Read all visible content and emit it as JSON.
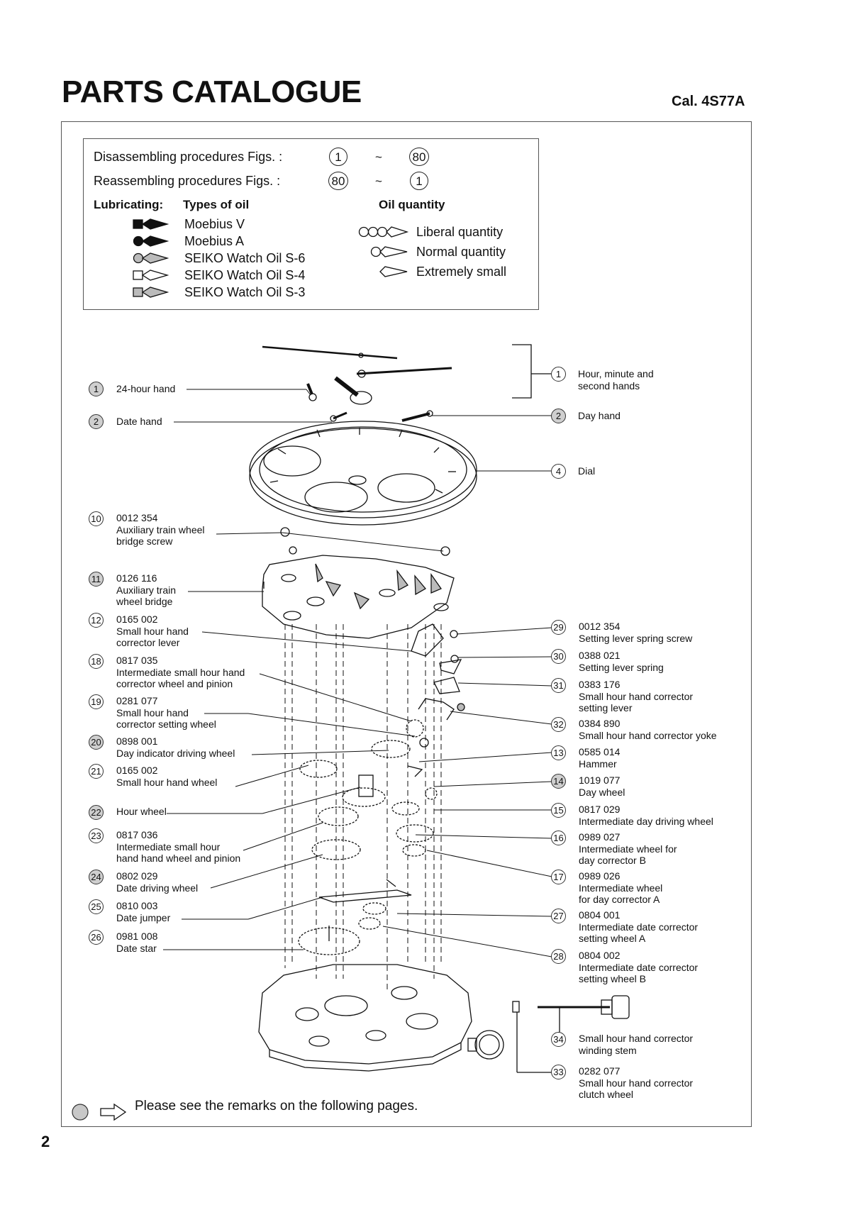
{
  "header": {
    "title": "PARTS CATALOGUE",
    "calibre": "Cal. 4S77A"
  },
  "legend": {
    "disassembling_label": "Disassembling procedures Figs. :",
    "disassembling_from": "1",
    "disassembling_to": "80",
    "reassembling_label": "Reassembling procedures Figs.  :",
    "reassembling_from": "80",
    "reassembling_to": "1",
    "range_sep": "~",
    "lubricating_label": "Lubricating:",
    "types_label": "Types of oil",
    "quantity_label": "Oil quantity",
    "oil_types": [
      "Moebius V",
      "Moebius A",
      "SEIKO Watch Oil S-6",
      "SEIKO Watch Oil S-4",
      "SEIKO Watch Oil S-3"
    ],
    "quantities": [
      "Liberal quantity",
      "Normal quantity",
      "Extremely small"
    ]
  },
  "left_parts": [
    {
      "no": "1",
      "grey": true,
      "text": "24-hour hand"
    },
    {
      "no": "2",
      "grey": true,
      "text": "Date hand"
    },
    {
      "no": "10",
      "grey": false,
      "text": "0012 354\nAuxiliary train wheel\nbridge screw"
    },
    {
      "no": "11",
      "grey": true,
      "text": "0126 116\nAuxiliary train\nwheel bridge"
    },
    {
      "no": "12",
      "grey": false,
      "text": "0165 002\nSmall hour hand\ncorrector lever"
    },
    {
      "no": "18",
      "grey": false,
      "text": "0817 035\nIntermediate small hour hand\ncorrector wheel and pinion"
    },
    {
      "no": "19",
      "grey": false,
      "text": "0281 077\nSmall hour hand\ncorrector setting wheel"
    },
    {
      "no": "20",
      "grey": true,
      "text": "0898 001\nDay indicator driving wheel"
    },
    {
      "no": "21",
      "grey": false,
      "text": "0165 002\nSmall hour hand wheel"
    },
    {
      "no": "22",
      "grey": true,
      "text": "Hour wheel"
    },
    {
      "no": "23",
      "grey": false,
      "text": "0817 036\nIntermediate small hour\nhand hand wheel and pinion"
    },
    {
      "no": "24",
      "grey": true,
      "text": "0802 029\nDate driving wheel"
    },
    {
      "no": "25",
      "grey": false,
      "text": "0810 003\nDate jumper"
    },
    {
      "no": "26",
      "grey": false,
      "text": "0981 008\nDate star"
    }
  ],
  "right_parts": [
    {
      "no": "1",
      "grey": false,
      "text": "Hour, minute and\nsecond hands"
    },
    {
      "no": "2",
      "grey": true,
      "text": "Day hand"
    },
    {
      "no": "4",
      "grey": false,
      "text": "Dial"
    },
    {
      "no": "29",
      "grey": false,
      "text": "0012 354\nSetting lever spring screw"
    },
    {
      "no": "30",
      "grey": false,
      "text": "0388 021\nSetting lever spring"
    },
    {
      "no": "31",
      "grey": false,
      "text": "0383 176\nSmall hour hand corrector\nsetting lever"
    },
    {
      "no": "32",
      "grey": false,
      "text": "0384 890\nSmall hour hand corrector yoke"
    },
    {
      "no": "13",
      "grey": false,
      "text": "0585 014\nHammer"
    },
    {
      "no": "14",
      "grey": true,
      "text": "1019 077\nDay wheel"
    },
    {
      "no": "15",
      "grey": false,
      "text": "0817 029\nIntermediate day driving wheel"
    },
    {
      "no": "16",
      "grey": false,
      "text": "0989 027\nIntermediate wheel for\nday corrector B"
    },
    {
      "no": "17",
      "grey": false,
      "text": "0989 026\nIntermediate wheel\nfor day corrector A"
    },
    {
      "no": "27",
      "grey": false,
      "text": "0804 001\nIntermediate date corrector\nsetting wheel A"
    },
    {
      "no": "28",
      "grey": false,
      "text": "0804 002\nIntermediate date corrector\nsetting wheel B"
    },
    {
      "no": "34",
      "grey": false,
      "text": "Small hour hand corrector\nwinding stem"
    },
    {
      "no": "33",
      "grey": false,
      "text": "0282 077\nSmall hour hand corrector\nclutch wheel"
    }
  ],
  "footer": {
    "remark": "Please see the remarks on the following pages.",
    "page_number": "2"
  }
}
